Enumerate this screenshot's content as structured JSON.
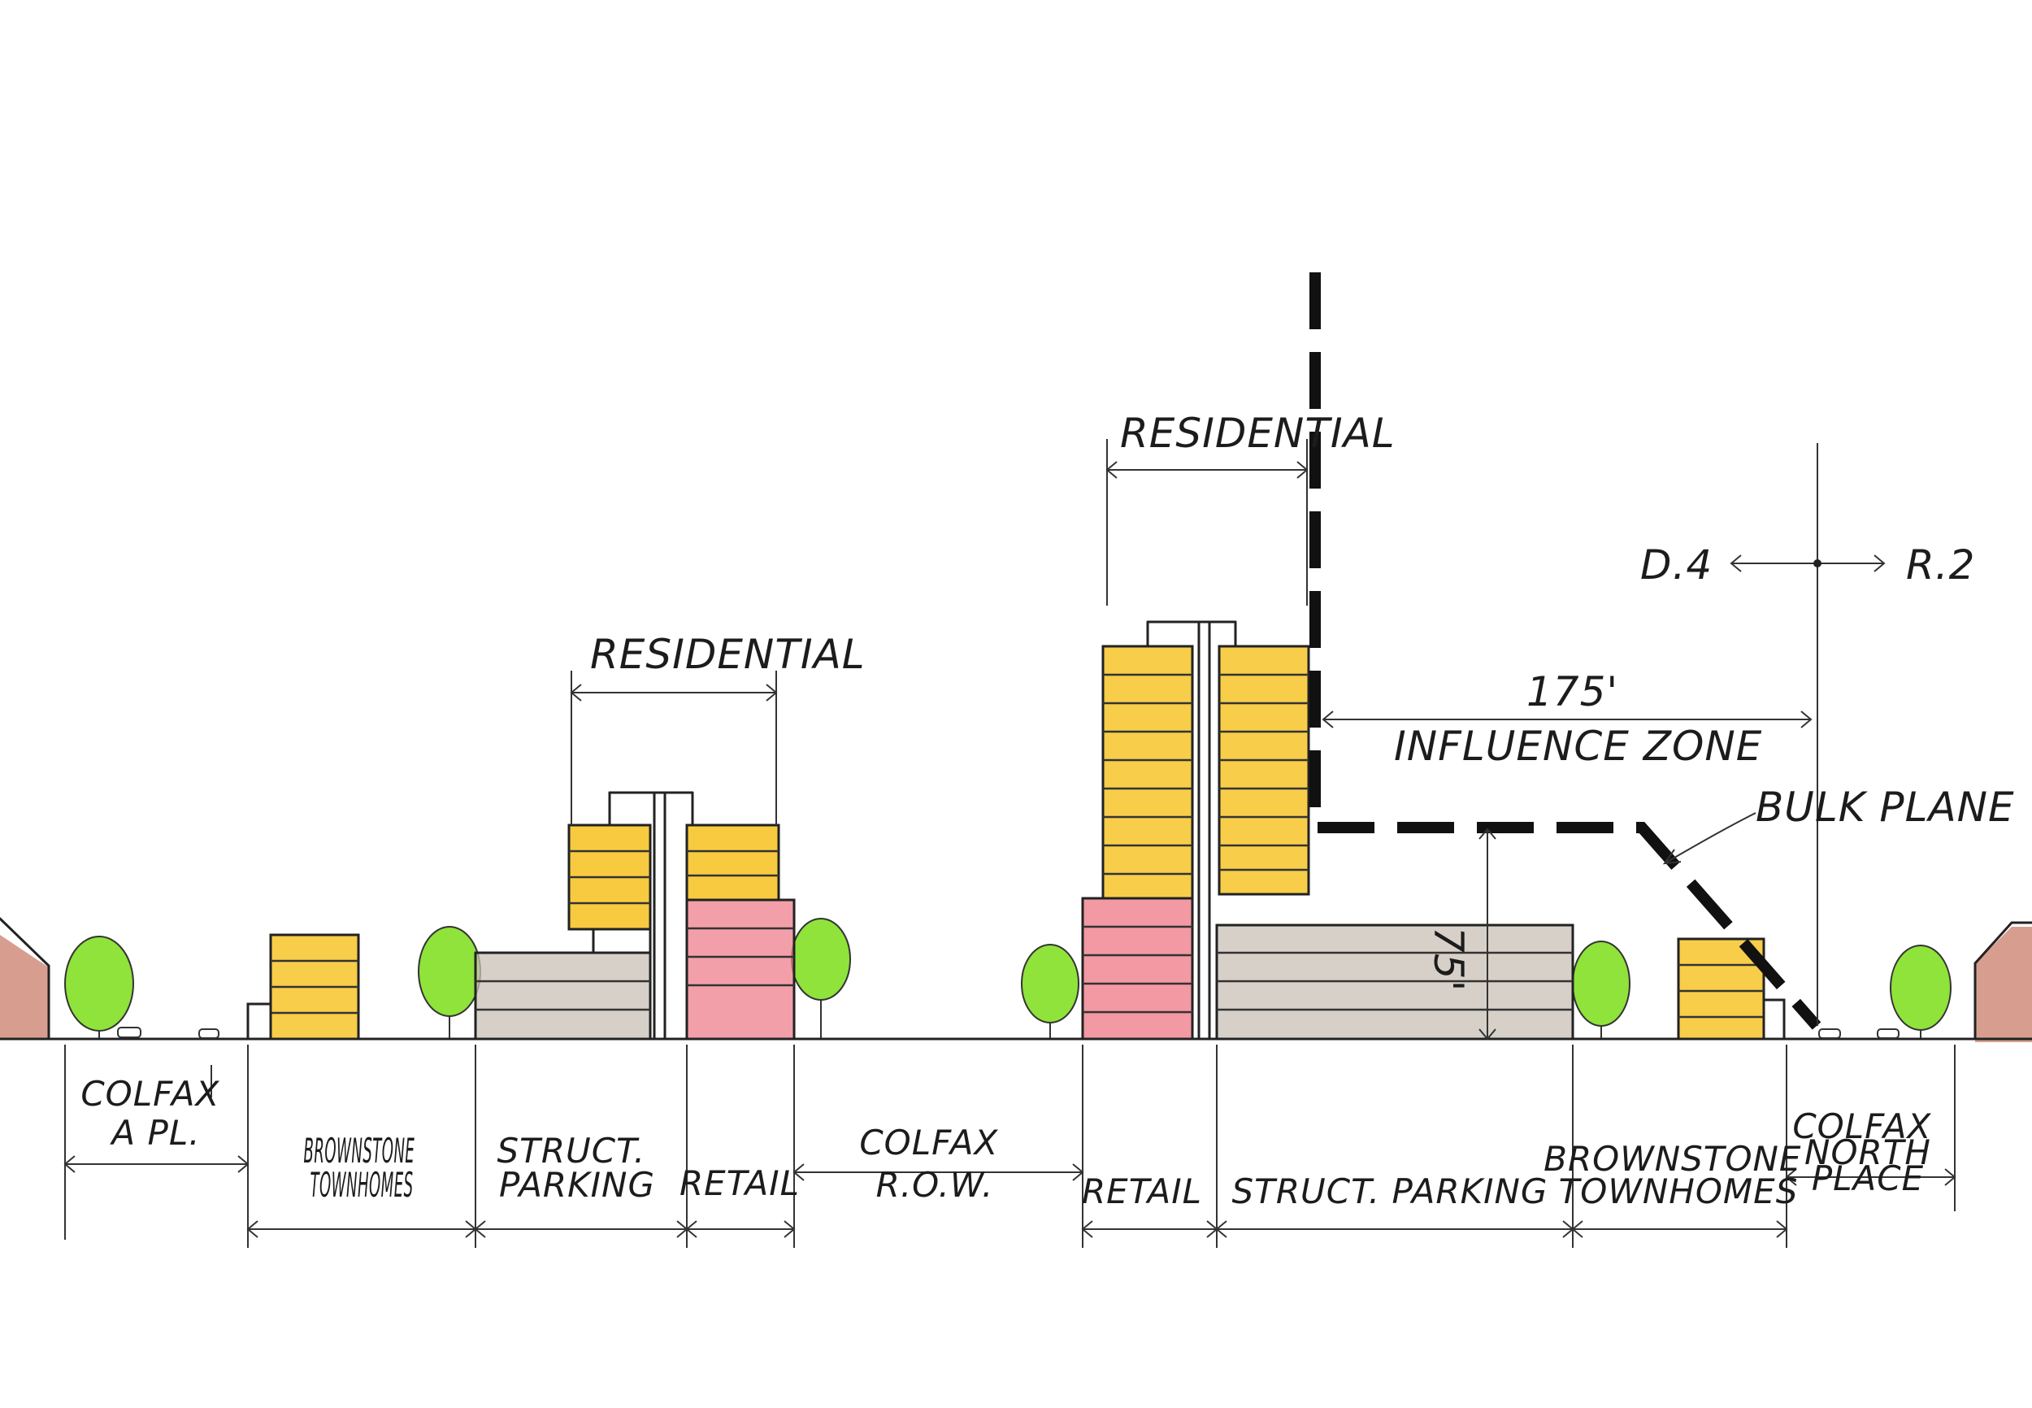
{
  "colors": {
    "residential": "#f6c42a",
    "retail": "#ef7f8c",
    "parking": "#c8c0b6",
    "tree": "#8fe33a",
    "house": "#c97d6b",
    "bulk_plane": "#111111"
  },
  "zones": {
    "colfax_a_pl": "COLFAX A PL.",
    "brownstone_left": "BROWNSTONE TOWNHOMES",
    "parking_left": "STRUCT. PARKING",
    "retail_left": "RETAIL",
    "colfax_row": "COLFAX R.O.W.",
    "retail_right": "RETAIL",
    "parking_right": "STRUCT. PARKING",
    "brownstone_right": "BROWNSTONE TOWNHOMES",
    "colfax_north_place": "COLFAX NORTH PLACE"
  },
  "labels": {
    "residential_left": "RESIDENTIAL",
    "residential_right": "RESIDENTIAL",
    "zone_left": "D.4",
    "zone_right": "R.2",
    "influence_distance": "175'",
    "influence_zone": "INFLUENCE ZONE",
    "bulk_plane": "BULK PLANE",
    "height": "75'"
  }
}
